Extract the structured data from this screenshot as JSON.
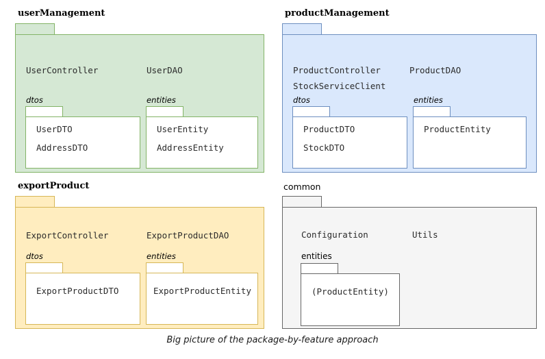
{
  "diagram": {
    "caption": "Big picture of the package-by-feature approach",
    "colors": {
      "green_fill": "#d5e8d4",
      "green_stroke": "#82b366",
      "blue_fill": "#dae8fc",
      "blue_stroke": "#6c8ebf",
      "yellow_fill": "#ffedbf",
      "yellow_stroke": "#d6b656",
      "gray_fill": "#f5f5f5",
      "gray_stroke": "#666666",
      "background": "#ffffff",
      "text": "#2b2b2b"
    },
    "packages": [
      {
        "name": "userManagement",
        "classes": [
          "UserController",
          "UserDAO"
        ],
        "subpackages": [
          {
            "name": "dtos",
            "classes": [
              "UserDTO",
              "AddressDTO"
            ]
          },
          {
            "name": "entities",
            "classes": [
              "UserEntity",
              "AddressEntity"
            ]
          }
        ]
      },
      {
        "name": "productManagement",
        "classes": [
          "ProductController",
          "ProductDAO",
          "StockServiceClient"
        ],
        "subpackages": [
          {
            "name": "dtos",
            "classes": [
              "ProductDTO",
              "StockDTO"
            ]
          },
          {
            "name": "entities",
            "classes": [
              "ProductEntity"
            ]
          }
        ]
      },
      {
        "name": "exportProduct",
        "classes": [
          "ExportController",
          "ExportProductDAO"
        ],
        "subpackages": [
          {
            "name": "dtos",
            "classes": [
              "ExportProductDTO"
            ]
          },
          {
            "name": "entities",
            "classes": [
              "ExportProductEntity"
            ]
          }
        ]
      },
      {
        "name": "common",
        "classes": [
          "Configuration",
          "Utils"
        ],
        "subpackages": [
          {
            "name": "entities",
            "classes": [
              "(ProductEntity)"
            ]
          }
        ]
      }
    ]
  }
}
